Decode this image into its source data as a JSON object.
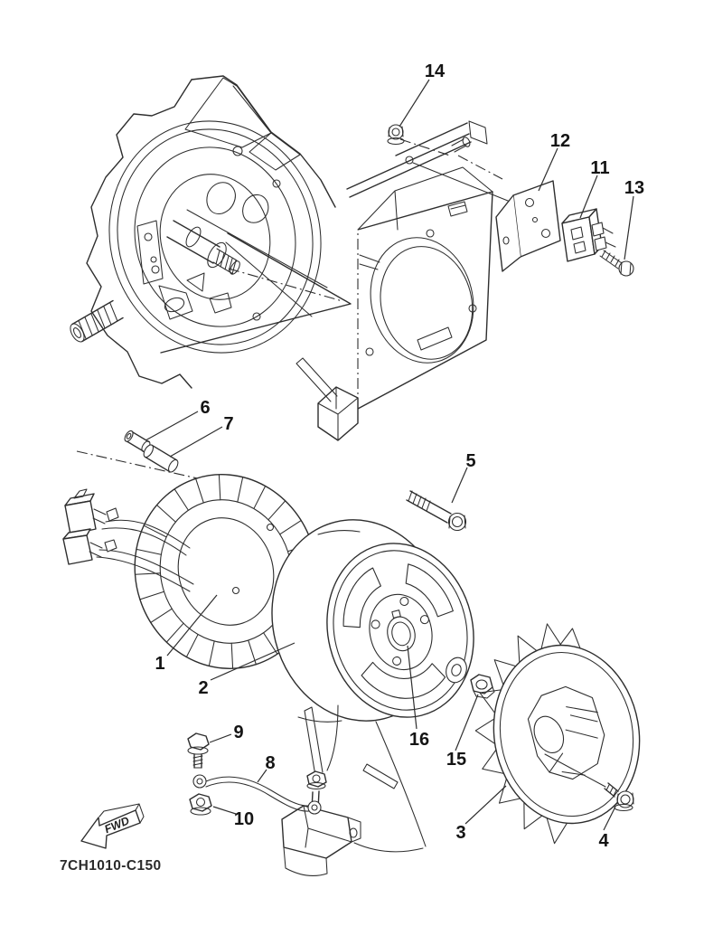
{
  "colors": {
    "ink": "#2e2e2e",
    "background": "#ffffff"
  },
  "diagram": {
    "code": "7CH1010-C150",
    "fwd_label": "FWD"
  },
  "callouts": {
    "c1": {
      "label": "1"
    },
    "c2": {
      "label": "2"
    },
    "c3": {
      "label": "3"
    },
    "c4": {
      "label": "4"
    },
    "c5": {
      "label": "5"
    },
    "c6": {
      "label": "6"
    },
    "c7": {
      "label": "7"
    },
    "c8": {
      "label": "8"
    },
    "c9": {
      "label": "9"
    },
    "c10": {
      "label": "10"
    },
    "c11": {
      "label": "11"
    },
    "c12": {
      "label": "12"
    },
    "c13": {
      "label": "13"
    },
    "c14": {
      "label": "14"
    },
    "c15": {
      "label": "15"
    },
    "c16": {
      "label": "16"
    }
  }
}
